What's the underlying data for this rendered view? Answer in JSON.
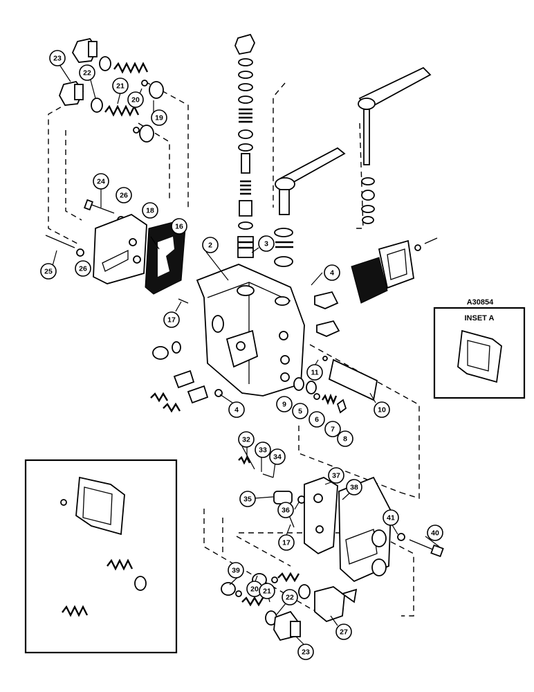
{
  "diagram": {
    "figure_code": "A30854",
    "inset_label": "INSET A",
    "callouts": [
      {
        "id": "c23a",
        "label": "23"
      },
      {
        "id": "c22a",
        "label": "22"
      },
      {
        "id": "c21a",
        "label": "21"
      },
      {
        "id": "c20a",
        "label": "20"
      },
      {
        "id": "c19",
        "label": "19"
      },
      {
        "id": "c24",
        "label": "24"
      },
      {
        "id": "c26a",
        "label": "26"
      },
      {
        "id": "c18",
        "label": "18"
      },
      {
        "id": "c16",
        "label": "16"
      },
      {
        "id": "c25",
        "label": "25"
      },
      {
        "id": "c26b",
        "label": "26"
      },
      {
        "id": "c2",
        "label": "2"
      },
      {
        "id": "c3",
        "label": "3"
      },
      {
        "id": "c4a",
        "label": "4"
      },
      {
        "id": "c17a",
        "label": "17"
      },
      {
        "id": "c11",
        "label": "11"
      },
      {
        "id": "c9",
        "label": "9"
      },
      {
        "id": "c5",
        "label": "5"
      },
      {
        "id": "c6",
        "label": "6"
      },
      {
        "id": "c7",
        "label": "7"
      },
      {
        "id": "c8",
        "label": "8"
      },
      {
        "id": "c10",
        "label": "10"
      },
      {
        "id": "c4b",
        "label": "4"
      },
      {
        "id": "c32",
        "label": "32"
      },
      {
        "id": "c33",
        "label": "33"
      },
      {
        "id": "c34",
        "label": "34"
      },
      {
        "id": "c37",
        "label": "37"
      },
      {
        "id": "c38",
        "label": "38"
      },
      {
        "id": "c35",
        "label": "35"
      },
      {
        "id": "c36",
        "label": "36"
      },
      {
        "id": "c17b",
        "label": "17"
      },
      {
        "id": "c41",
        "label": "41"
      },
      {
        "id": "c40",
        "label": "40"
      },
      {
        "id": "c39",
        "label": "39"
      },
      {
        "id": "c20b",
        "label": "20"
      },
      {
        "id": "c21b",
        "label": "21"
      },
      {
        "id": "c22b",
        "label": "22"
      },
      {
        "id": "c27",
        "label": "27"
      },
      {
        "id": "c23b",
        "label": "23"
      }
    ]
  }
}
